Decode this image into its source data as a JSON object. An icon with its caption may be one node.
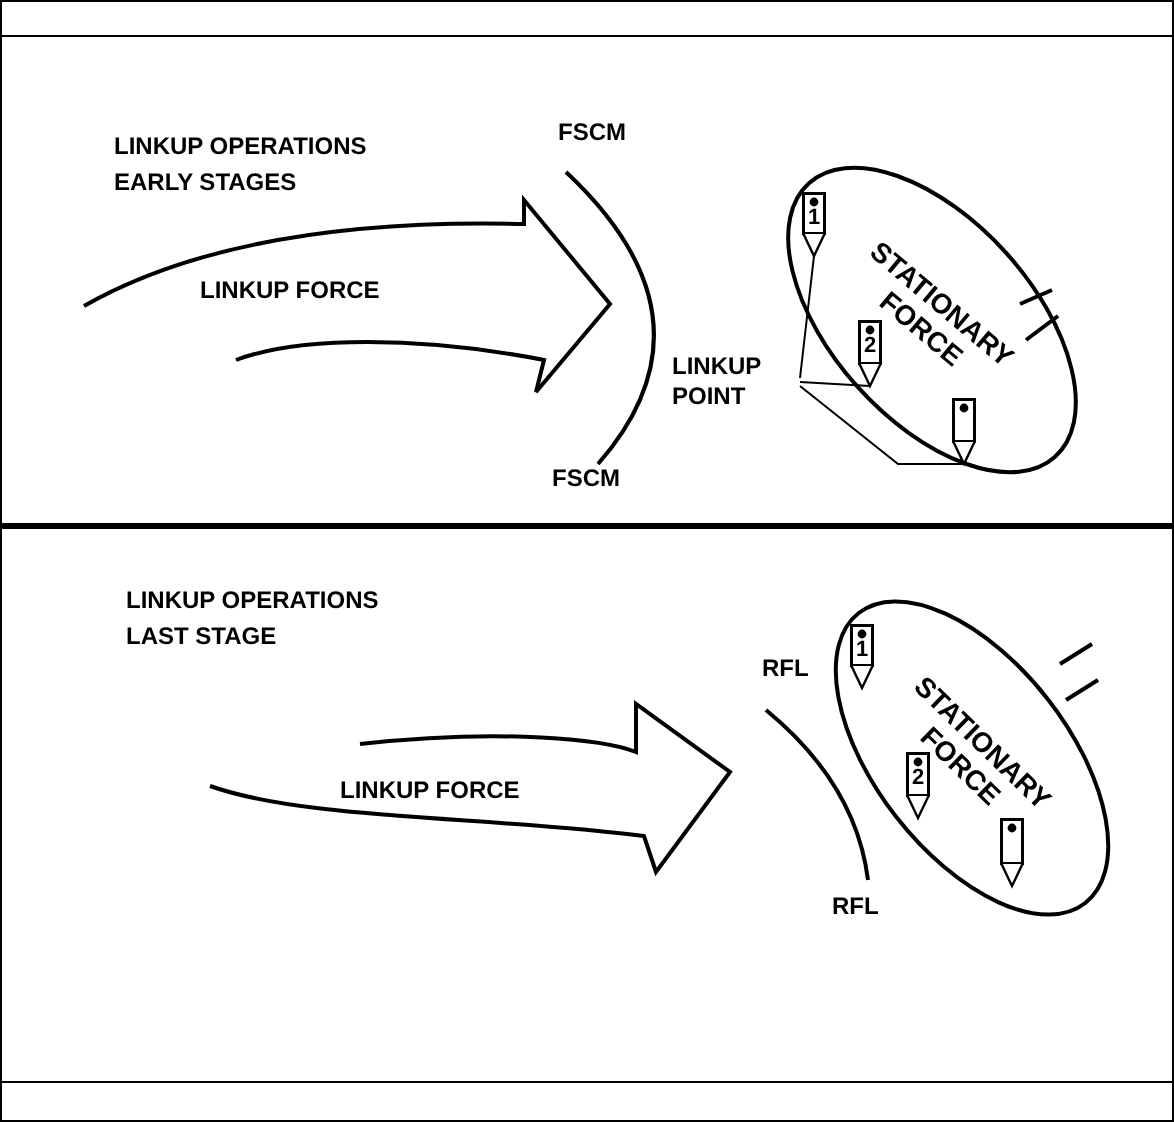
{
  "diagram": {
    "nodes": [
      {
        "text": [
          "LINKUP FORCE"
        ]
      },
      {
        "text": [
          "STATIONARY FORCE"
        ]
      },
      {
        "text": [
          "1"
        ],
        "in": 1
      },
      {
        "text": [
          "2"
        ],
        "in": 1
      },
      {
        "text": [],
        "shape": "box",
        "in": 1
      },
      {
        "text": [
          "LINKUP POINT"
        ]
      },
      {
        "text": [
          "LINKUP FORCE"
        ]
      },
      {
        "text": [
          "STATIONARY FORCE"
        ]
      },
      {
        "text": [
          "1"
        ],
        "in": 7
      },
      {
        "text": [
          "2"
        ],
        "in": 7
      },
      {
        "text": [],
        "shape": "box",
        "in": 7
      }
    ],
    "edges": [
      {
        "from": 5,
        "to": 2,
        "arrow": "none"
      },
      {
        "from": 5,
        "to": 3,
        "arrow": "none"
      },
      {
        "from": 5,
        "to": 4,
        "arrow": "none"
      }
    ],
    "labels": [
      "LINKUP OPERATIONS EARLY STAGES",
      "FSCM",
      "FSCM",
      "LINKUP OPERATIONS LAST STAGE",
      "RFL",
      "RFL"
    ]
  }
}
